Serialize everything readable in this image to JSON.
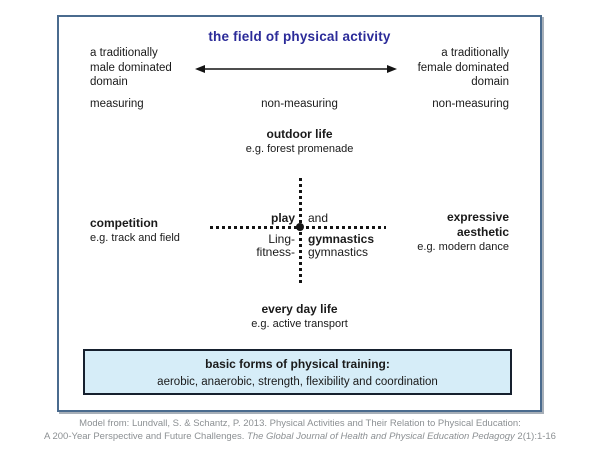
{
  "diagram": {
    "title": "the field of physical activity",
    "gender_axis": {
      "left_lines": [
        "a traditionally",
        "male dominated",
        "domain"
      ],
      "right_lines": [
        "a traditionally",
        "female dominated",
        "domain"
      ]
    },
    "measuring_row": {
      "left": "measuring",
      "center": "non-measuring",
      "right": "non-measuring"
    },
    "outdoor": {
      "label": "outdoor life",
      "example": "e.g. forest promenade"
    },
    "everyday": {
      "label": "every day life",
      "example": "e.g. active transport"
    },
    "competition": {
      "label": "competition",
      "example": "e.g. track and field"
    },
    "expressive": {
      "label_lines": [
        "expressive",
        "aesthetic"
      ],
      "example": "e.g. modern dance"
    },
    "center_cross": {
      "row1_left": "play",
      "row1_right": "and",
      "row2_left": "Ling-",
      "row2_right": "gymnastics",
      "row3_left": "fitness-",
      "row3_right": "gymnastics"
    },
    "training_box": {
      "heading": "basic forms of physical training:",
      "content": "aerobic, anaerobic, strength, flexibility and coordination"
    }
  },
  "citation": {
    "line1": "Model from: Lundvall, S. & Schantz, P. 2013. Physical Activities and Their Relation to Physical Education:",
    "line2_prefix": "A 200-Year Perspective and Future Challenges. ",
    "line2_italic": "The Global Journal of Health and Physical Education Pedagogy",
    "line2_suffix": " 2(1):1-16"
  },
  "colors": {
    "title_text": "#2b2b99",
    "frame_border": "#4a6b8e",
    "training_box_bg": "#d6edf8",
    "training_box_border": "#16202e",
    "citation_text": "#8c9093"
  }
}
